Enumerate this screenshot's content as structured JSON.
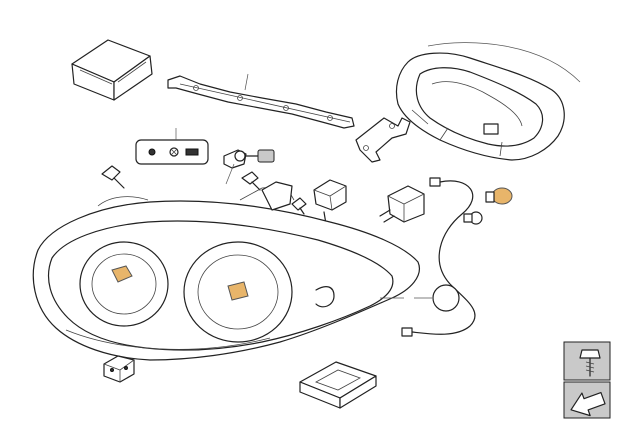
{
  "diagram": {
    "kind": "exploded-parts-diagram",
    "parts": [
      "box-package",
      "mounting-rail",
      "headlight-housing-frame",
      "bracket",
      "bulb-set",
      "bulb",
      "screw",
      "adjuster-motor",
      "igniter-module",
      "cable-harness",
      "indicator-bulb",
      "headlight-assembly",
      "cover-cap",
      "connector-plug",
      "control-unit",
      "bolt-icon",
      "arrow-icon"
    ],
    "colors": {
      "line": "#222222",
      "panel_fill": "#c9c9c9",
      "accent_amber": "#e8b56a",
      "accent_red": "#d4444a"
    }
  }
}
